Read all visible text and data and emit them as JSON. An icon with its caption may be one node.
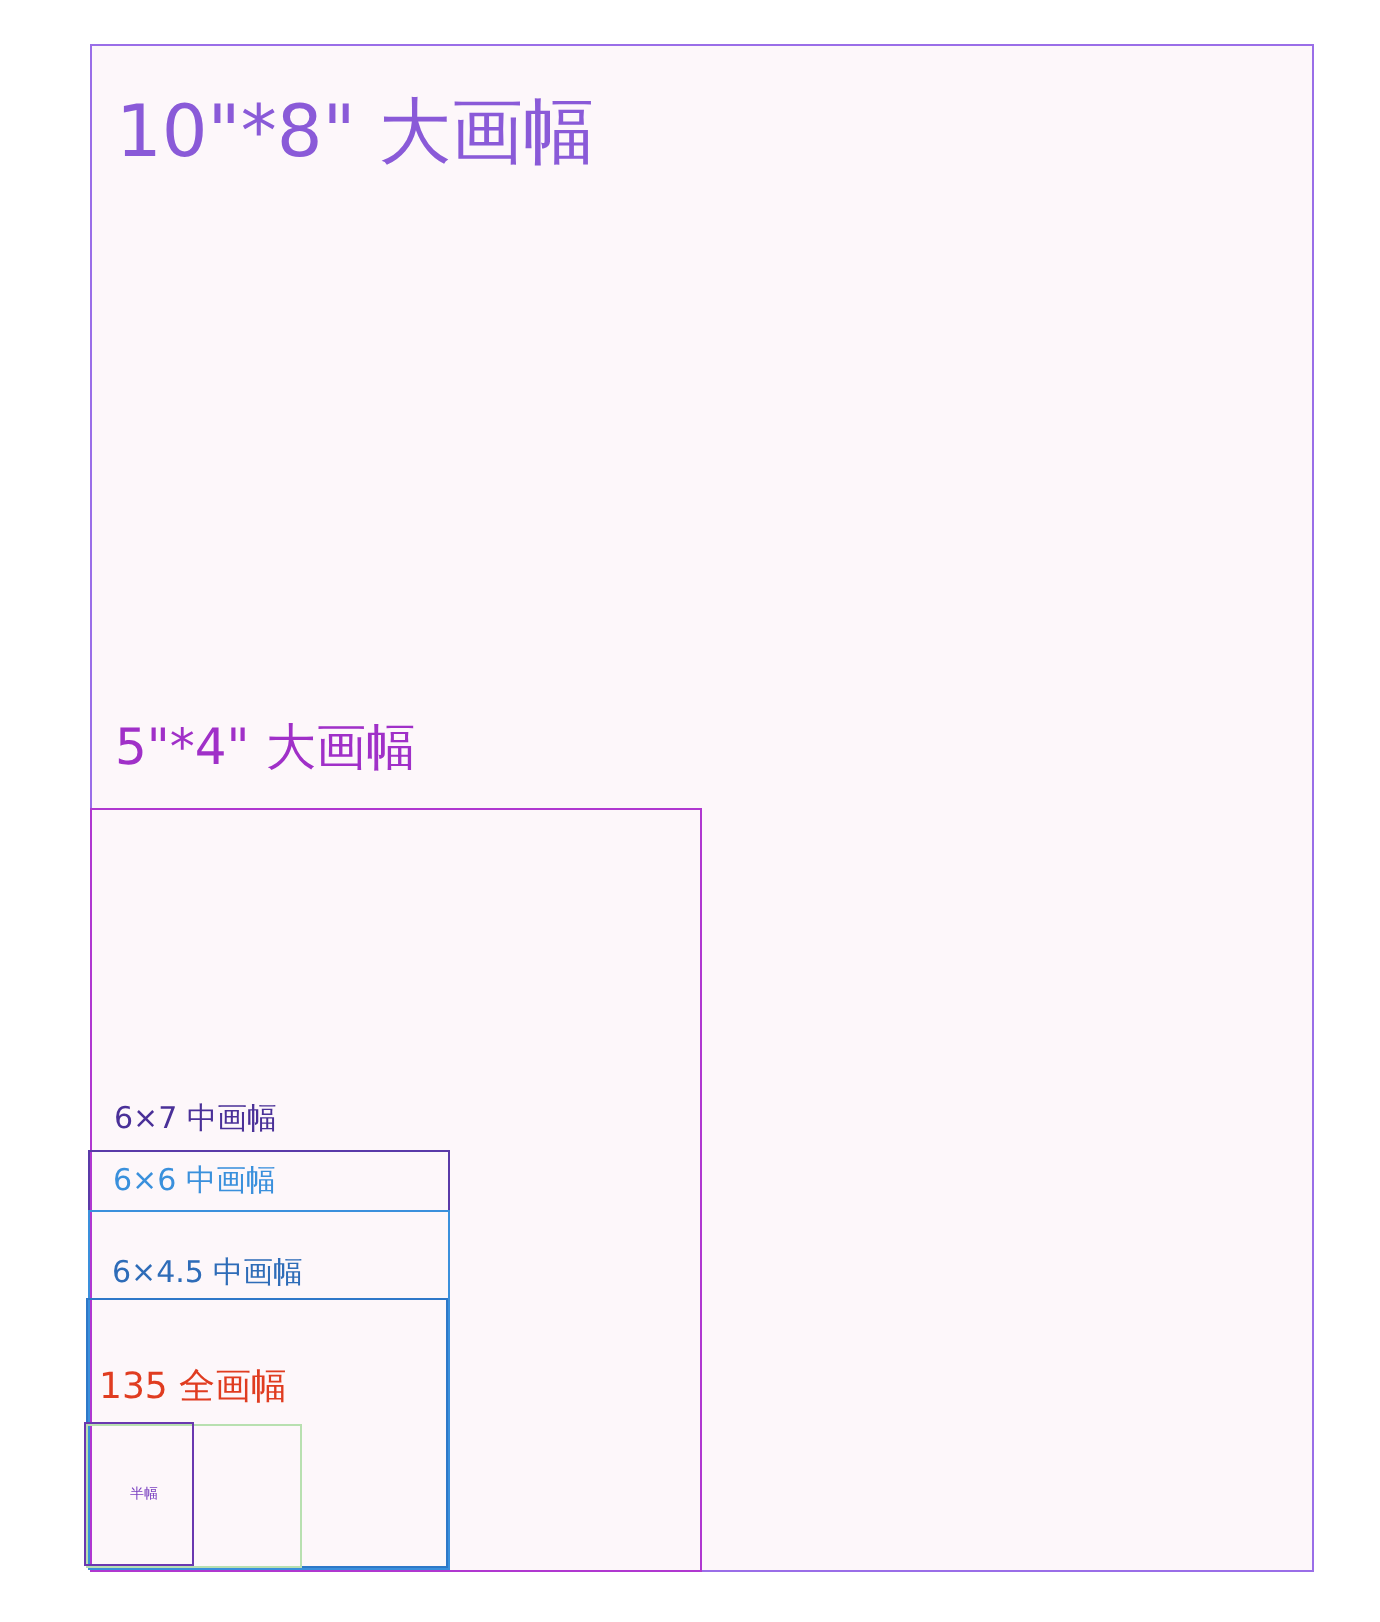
{
  "diagram": {
    "nodes": [
      {
        "text": [
          "10\"*8\" 大画幅"
        ]
      },
      {
        "text": [
          "5\"*4\" 大画幅"
        ],
        "in": 0
      },
      {
        "text": [
          "6×7 中画幅"
        ],
        "in": 1
      },
      {
        "text": [
          "6×6 中画幅"
        ],
        "in": 2
      },
      {
        "text": [
          "6×4.5 中画幅"
        ],
        "in": 3
      },
      {
        "text": [
          "135 全画幅"
        ],
        "in": 4
      },
      {
        "text": [
          "半幅"
        ],
        "in": 5
      }
    ]
  }
}
